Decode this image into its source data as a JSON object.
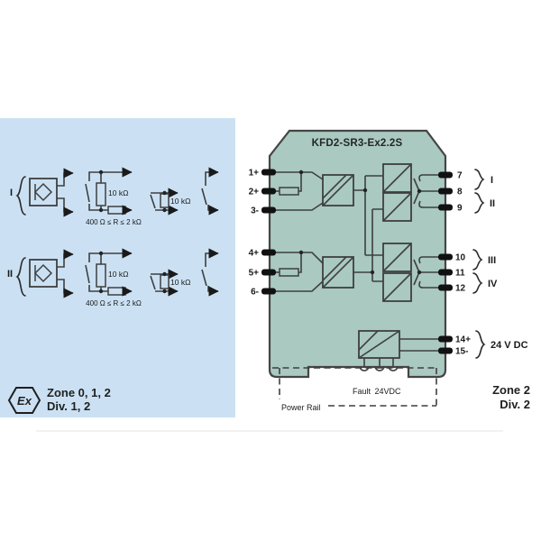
{
  "colors": {
    "panel_blue": "#cbe1f3",
    "device_teal": "#a9c9c1",
    "line": "#3f3f3f",
    "text": "#1a1a1a"
  },
  "left_panel": {
    "channel_labels": [
      "I",
      "II"
    ],
    "labels": {
      "resistor_10k": "10 kΩ",
      "series_resistor_range": "400 Ω ≤ R ≤ 2 kΩ",
      "ex_mark": "Ex",
      "zone": "Zone 0, 1, 2",
      "division": "Div. 1, 2"
    }
  },
  "device": {
    "title": "KFD2-SR3-Ex2.2S",
    "terminals_left": [
      "1+",
      "2+",
      "3-",
      "4+",
      "5+",
      "6-"
    ],
    "terminals_right": [
      "7",
      "8",
      "9",
      "10",
      "11",
      "12"
    ],
    "terminals_power": [
      "14+",
      "15-"
    ],
    "relay_group_labels": [
      "I",
      "II",
      "III",
      "IV"
    ],
    "supply_label": "24 V DC",
    "fault_label": "Fault",
    "rail_supply_label": "24VDC",
    "power_rail_label": "Power Rail",
    "zone": "Zone 2",
    "division": "Div. 2"
  }
}
